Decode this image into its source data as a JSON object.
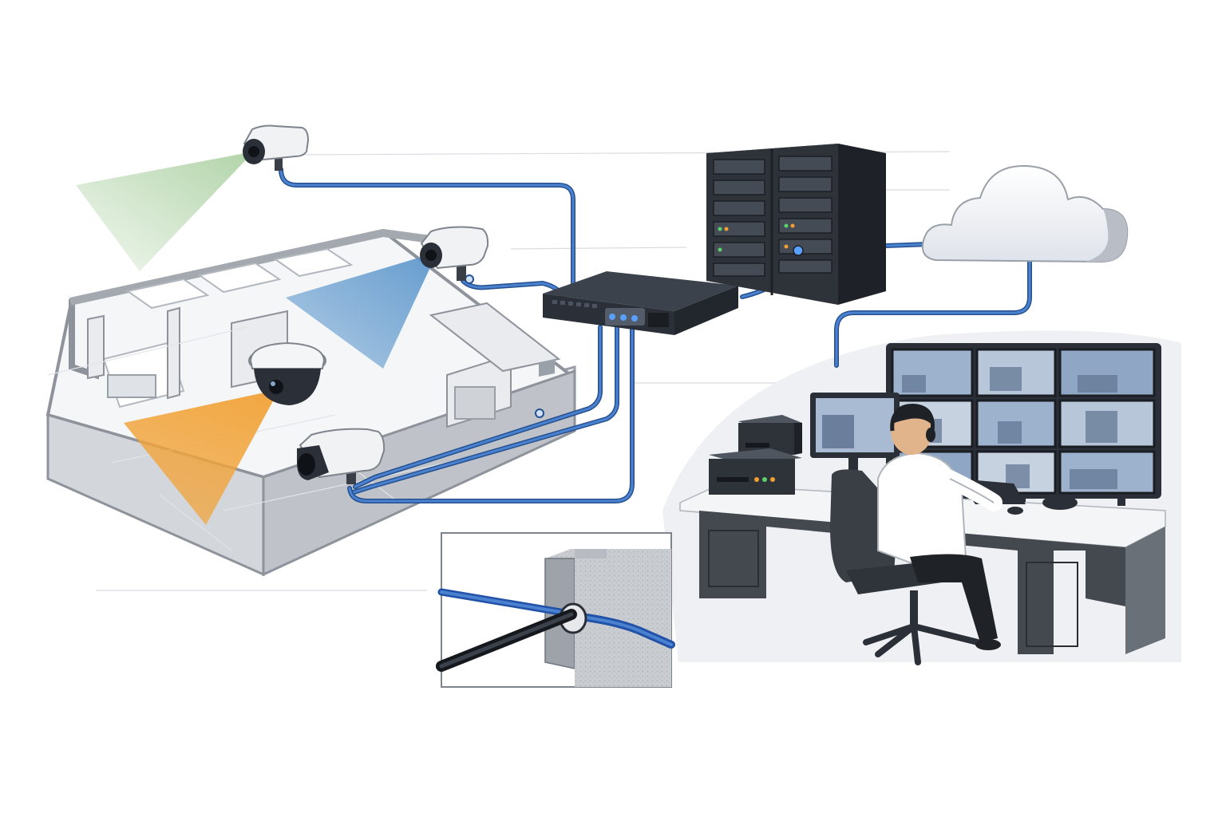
{
  "diagram": {
    "style": "isometric illustration, no printed text",
    "colors": {
      "cable": "#3f74c4",
      "cable_dark": "#24508f",
      "device_dark": "#2b3038",
      "device_mid": "#3c424c",
      "wall": "#8e939b",
      "floor": "#f4f6f8",
      "fov_green": "#a9cf9f",
      "fov_blue": "#5d97cc",
      "fov_orange": "#f2a43a",
      "cloud": "#eceff3",
      "backdrop": "#eef0f4",
      "screen": "#8fa7c4",
      "led_green": "#5bd16b",
      "led_orange": "#f0a030",
      "led_blue": "#5aa0ff"
    },
    "components": [
      {
        "id": "bullet-camera-top",
        "icon": "bullet-camera-icon",
        "fov_color": "green"
      },
      {
        "id": "bullet-camera-right",
        "icon": "bullet-camera-icon",
        "fov_color": "blue"
      },
      {
        "id": "dome-camera",
        "icon": "dome-camera-icon",
        "fov_color": "orange"
      },
      {
        "id": "bullet-camera-low",
        "icon": "bullet-camera-icon"
      },
      {
        "id": "network-switch",
        "icon": "network-switch-icon"
      },
      {
        "id": "server-rack",
        "icon": "server-rack-icon"
      },
      {
        "id": "cloud",
        "icon": "cloud-icon"
      },
      {
        "id": "monitoring-station",
        "icon": "operator-icon"
      },
      {
        "id": "wall-penetration-detail",
        "icon": "cable-through-wall-icon"
      }
    ],
    "links": [
      {
        "from": "bullet-camera-top",
        "to": "network-switch"
      },
      {
        "from": "bullet-camera-right",
        "to": "network-switch"
      },
      {
        "from": "dome-camera",
        "to": "network-switch"
      },
      {
        "from": "bullet-camera-low",
        "to": "network-switch"
      },
      {
        "from": "network-switch",
        "to": "server-rack"
      },
      {
        "from": "server-rack",
        "to": "cloud"
      },
      {
        "from": "cloud",
        "to": "monitoring-station"
      }
    ]
  }
}
